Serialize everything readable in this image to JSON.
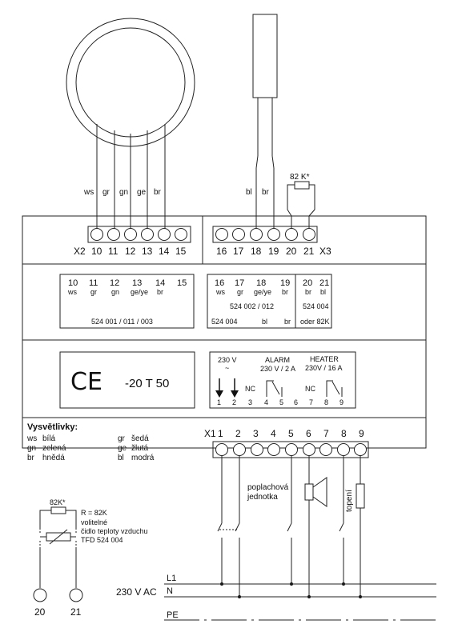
{
  "sensor_wires": {
    "ws": "ws",
    "gr": "gr",
    "gn": "gn",
    "ge": "ge",
    "br": "br"
  },
  "probe_wires": {
    "bl": "bl",
    "br": "br"
  },
  "resistor_top": "82 K*",
  "x2": {
    "label": "X2",
    "terminals": [
      "10",
      "11",
      "12",
      "13",
      "14",
      "15"
    ]
  },
  "x3": {
    "label": "X3",
    "terminals": [
      "16",
      "17",
      "18",
      "19",
      "20",
      "21"
    ]
  },
  "table_left": {
    "numbers": [
      "10",
      "11",
      "12",
      "13",
      "14",
      "15"
    ],
    "colors": [
      "ws",
      "gr",
      "gn",
      "ge/ye",
      "br",
      ""
    ],
    "model": "524 001 / 011 / 003"
  },
  "table_mid": {
    "numbers": [
      "16",
      "17",
      "18",
      "19"
    ],
    "colors": [
      "ws",
      "gr",
      "ge/ye",
      "br"
    ],
    "model": "524 002 / 012",
    "row3": [
      "524 004",
      "bl",
      "br"
    ]
  },
  "table_right": {
    "numbers": [
      "20",
      "21"
    ],
    "colors": [
      "br",
      "bl"
    ],
    "model": "524 004",
    "alt": "oder 82K"
  },
  "ce_box": {
    "ce": "CE",
    "range": "-20 T 50"
  },
  "relay_box": {
    "supply": "230 V",
    "tilde": "~",
    "alarm_title": "ALARM",
    "alarm_rating": "230 V / 2 A",
    "heater_title": "HEATER",
    "heater_rating": "230V / 16 A",
    "nc1": "NC",
    "nc2": "NC",
    "numbers": [
      "1",
      "2",
      "3",
      "4",
      "5",
      "6",
      "7",
      "8",
      "9"
    ]
  },
  "legend": {
    "title": "Vysvětlivky:",
    "left": [
      [
        "ws",
        "bílá"
      ],
      [
        "gn",
        "zelená"
      ],
      [
        "br",
        "hnědá"
      ]
    ],
    "right": [
      [
        "gr",
        "šedá"
      ],
      [
        "ge",
        "žlutá"
      ],
      [
        "bl",
        "modrá"
      ]
    ]
  },
  "x1": {
    "label": "X1",
    "terminals": [
      "1",
      "2",
      "3",
      "4",
      "5",
      "6",
      "7",
      "8",
      "9"
    ]
  },
  "alarm_unit": {
    "line1": "poplachová",
    "line2": "jednotka"
  },
  "heater_label": "topení",
  "aux": {
    "resistor": "82K*",
    "r_line": "R = 82K",
    "l2": "volitelné",
    "l3": "čidlo teploty vzduchu",
    "l4": "TFD 524 004",
    "t20": "20",
    "t21": "21"
  },
  "supply": {
    "label": "230 V AC",
    "l1": "L1",
    "n": "N",
    "pe": "PE"
  }
}
